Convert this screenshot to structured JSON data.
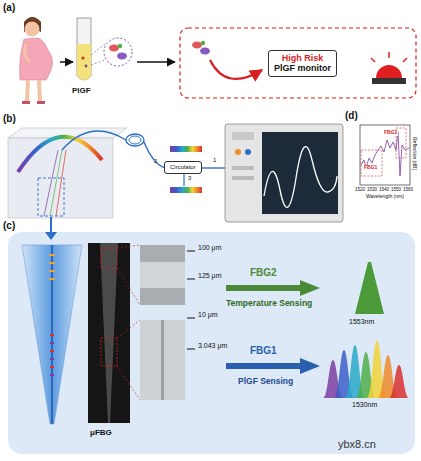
{
  "diagram": {
    "nodes": [
      {
        "text": [
          "High Risk",
          "PlGF monitor"
        ]
      },
      {
        "text": [
          "Circulator"
        ]
      }
    ],
    "labels": [
      "(a)",
      "PlGF",
      "(b)",
      "1",
      "2",
      "3",
      "(d)",
      "FBG1",
      "FBG2",
      "1520",
      "1530",
      "1540",
      "1550",
      "1560",
      "Wavelength (nm)",
      "Reflection (dB)",
      "(c)",
      "100 μm",
      "125 μm",
      "10 μm",
      "3.043 μm",
      "FBG2",
      "Temperature Sensing",
      "FBG1",
      "PlGF Sensing",
      "1553nm",
      "1530nm",
      "μFBG",
      "ybx8.cn"
    ]
  }
}
